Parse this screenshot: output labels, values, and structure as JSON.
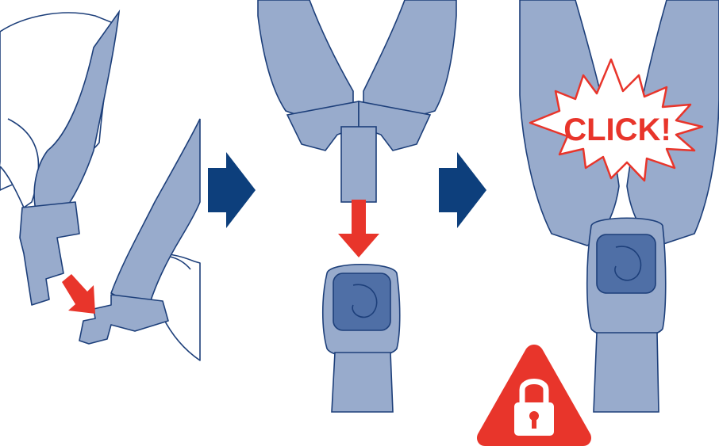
{
  "colors": {
    "strap": "#98abcc",
    "strap_dark": "#8aa0c6",
    "outline": "#1d3f7a",
    "button_blue": "#4f6fa6",
    "step_arrow": "#0d3f7c",
    "red": "#e8352b",
    "white": "#ffffff"
  },
  "panels": [
    {
      "id": "step-1",
      "description_icon": "hands-joining-tongue-halves-icon"
    },
    {
      "id": "step-2",
      "description_icon": "insert-tongue-into-buckle-icon"
    },
    {
      "id": "step-3",
      "description_icon": "buckle-latched-icon"
    }
  ],
  "step_arrows": [
    "arrow-right-icon",
    "arrow-right-icon"
  ],
  "click_burst": {
    "text": "CLICK!"
  },
  "lock_warning": {
    "icon": "padlock-warning-icon"
  }
}
